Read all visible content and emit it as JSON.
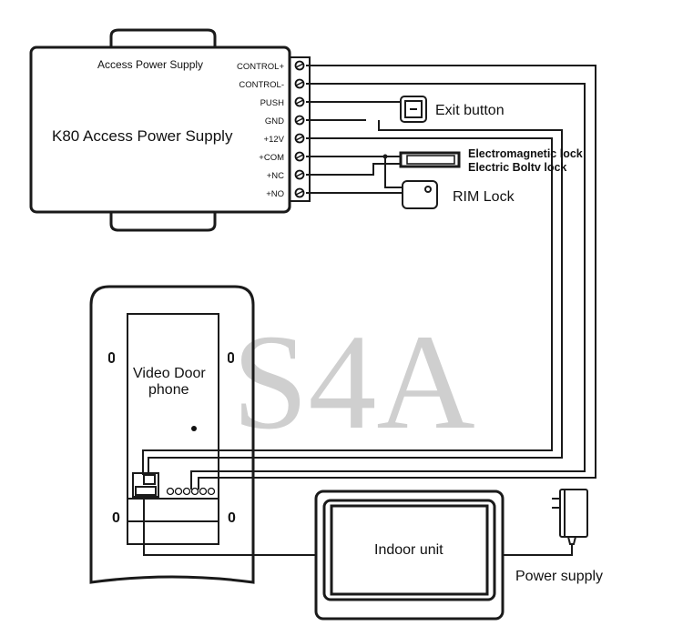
{
  "watermark": "S4A",
  "power_supply_unit": {
    "header": "Access Power Supply",
    "title": "K80 Access Power Supply",
    "terminals": [
      "CONTROL+",
      "CONTROL-",
      "PUSH",
      "GND",
      "+12V",
      "+COM",
      "+NC",
      "+NO"
    ]
  },
  "devices": {
    "exit_button": "Exit button",
    "maglock_line1": "Electromagnetic lock",
    "maglock_line2": "Electric Boltv lock",
    "rim_lock": "RIM Lock",
    "video_door_phone_line1": "Video Door",
    "video_door_phone_line2": "phone",
    "indoor_unit": "Indoor unit",
    "power_supply": "Power supply"
  },
  "colors": {
    "line": "#1a1a1a",
    "watermark": "#cfcfcf"
  }
}
